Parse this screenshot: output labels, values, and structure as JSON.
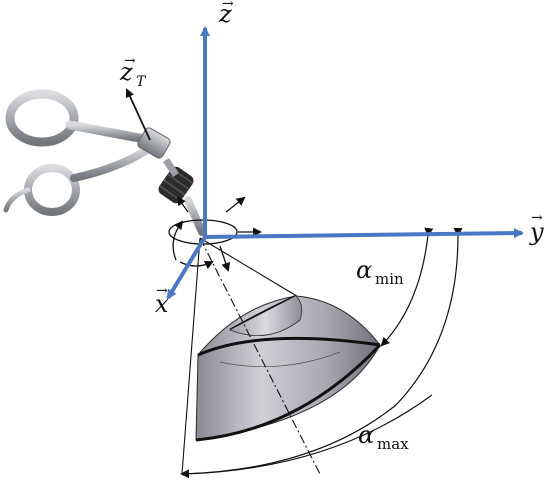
{
  "axes": {
    "z": {
      "letter": "z",
      "arrow": "→"
    },
    "y": {
      "letter": "y",
      "arrow": "→"
    },
    "x": {
      "letter": "x",
      "arrow": "→"
    },
    "zT": {
      "letter": "z",
      "subscript": "T",
      "arrow": "→"
    }
  },
  "angles": {
    "min": {
      "symbol": "α",
      "subscript": "min"
    },
    "max": {
      "symbol": "α",
      "subscript": "max"
    }
  },
  "colors": {
    "axis": "#4a78c4",
    "line": "#111111",
    "cone_light": "#c9c9cf",
    "cone_dark": "#6f6f78",
    "instrument": "#a6a9ae",
    "grip": "#2b2b2b"
  }
}
